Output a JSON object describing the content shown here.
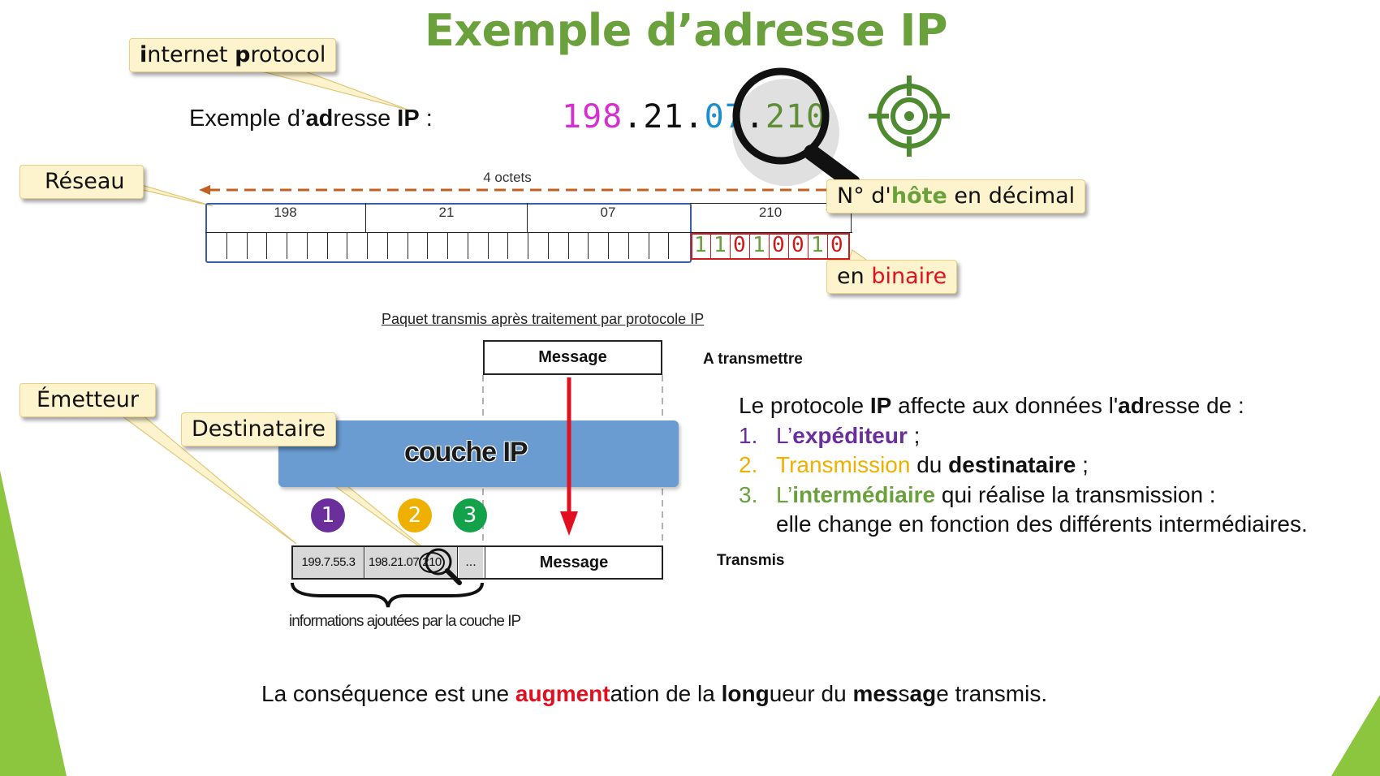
{
  "title": "Exemple d’adresse IP",
  "callouts": {
    "internet_protocol": {
      "i": "i",
      "nternet": "nternet ",
      "p": "p",
      "rotocol": "rotocol"
    },
    "reseau": "Réseau",
    "hote": {
      "pre": "N° d'",
      "hl": "hôte",
      "post": " en décimal"
    },
    "binaire": {
      "pre": "en ",
      "hl": "binaire"
    },
    "emetteur": "Émetteur",
    "destinataire": "Destinataire"
  },
  "ip_line": {
    "label_pre": "Exemple d’",
    "label_bold": "ad",
    "label_mid": "resse ",
    "label_ip": "IP",
    "label_end": " :",
    "octets": [
      "198",
      ".",
      "21",
      ".",
      "07",
      ".",
      "210"
    ]
  },
  "octet_diagram": {
    "size_label": "4 octets",
    "octets": [
      "198",
      "21",
      "07",
      "210"
    ],
    "bits": [
      "1",
      "1",
      "0",
      "1",
      "0",
      "0",
      "1",
      "0"
    ]
  },
  "packet": {
    "caption": "Paquet transmis après traitement par protocole IP",
    "message_top": "Message",
    "a_transmettre": "A transmettre",
    "layer": "couche IP",
    "addr1": "199.7.55.3",
    "addr2": "198.21.07",
    "addr3": "210",
    "ellipsis": "...",
    "message_bottom": "Message",
    "transmis": "Transmis",
    "brace_label": "informations ajoutées par la couche IP",
    "circles": [
      "1",
      "2",
      "3"
    ]
  },
  "explanation": {
    "intro": {
      "a": "Le protocole ",
      "b": "IP",
      "c": " affecte aux données l'",
      "d": "ad",
      "e": "resse de :"
    },
    "items": [
      {
        "num": "1.",
        "a": "L’",
        "b": "expéditeur",
        "c": " ;"
      },
      {
        "num": "2.",
        "a": "Transmission",
        "b": " du ",
        "c": "destinataire",
        "d": " ;"
      },
      {
        "num": "3.",
        "a": "L’",
        "b": "intermédiaire",
        "c": " qui réalise la transmission :"
      }
    ],
    "continuation": "elle change en fonction des différents intermédiaires."
  },
  "conclusion": {
    "a": "La conséquence est une ",
    "b": "augment",
    "c": "ation de la ",
    "d": "long",
    "e": "ueur du ",
    "f": "mes",
    "g": "s",
    "h": "a",
    "i": "g",
    "j": "e transmis."
  },
  "colors": {
    "green": "#6aa13d",
    "magenta": "#d62fd1",
    "blue": "#1a8fd0",
    "orange": "#c2611f",
    "purple": "#6a2f9a",
    "yellow": "#f0b000",
    "circle_green": "#13a24a",
    "red": "#e01020",
    "layer_blue": "#6a9bd1"
  },
  "icons": [
    "magnifier-icon",
    "target-icon",
    "small-magnifier-icon"
  ]
}
